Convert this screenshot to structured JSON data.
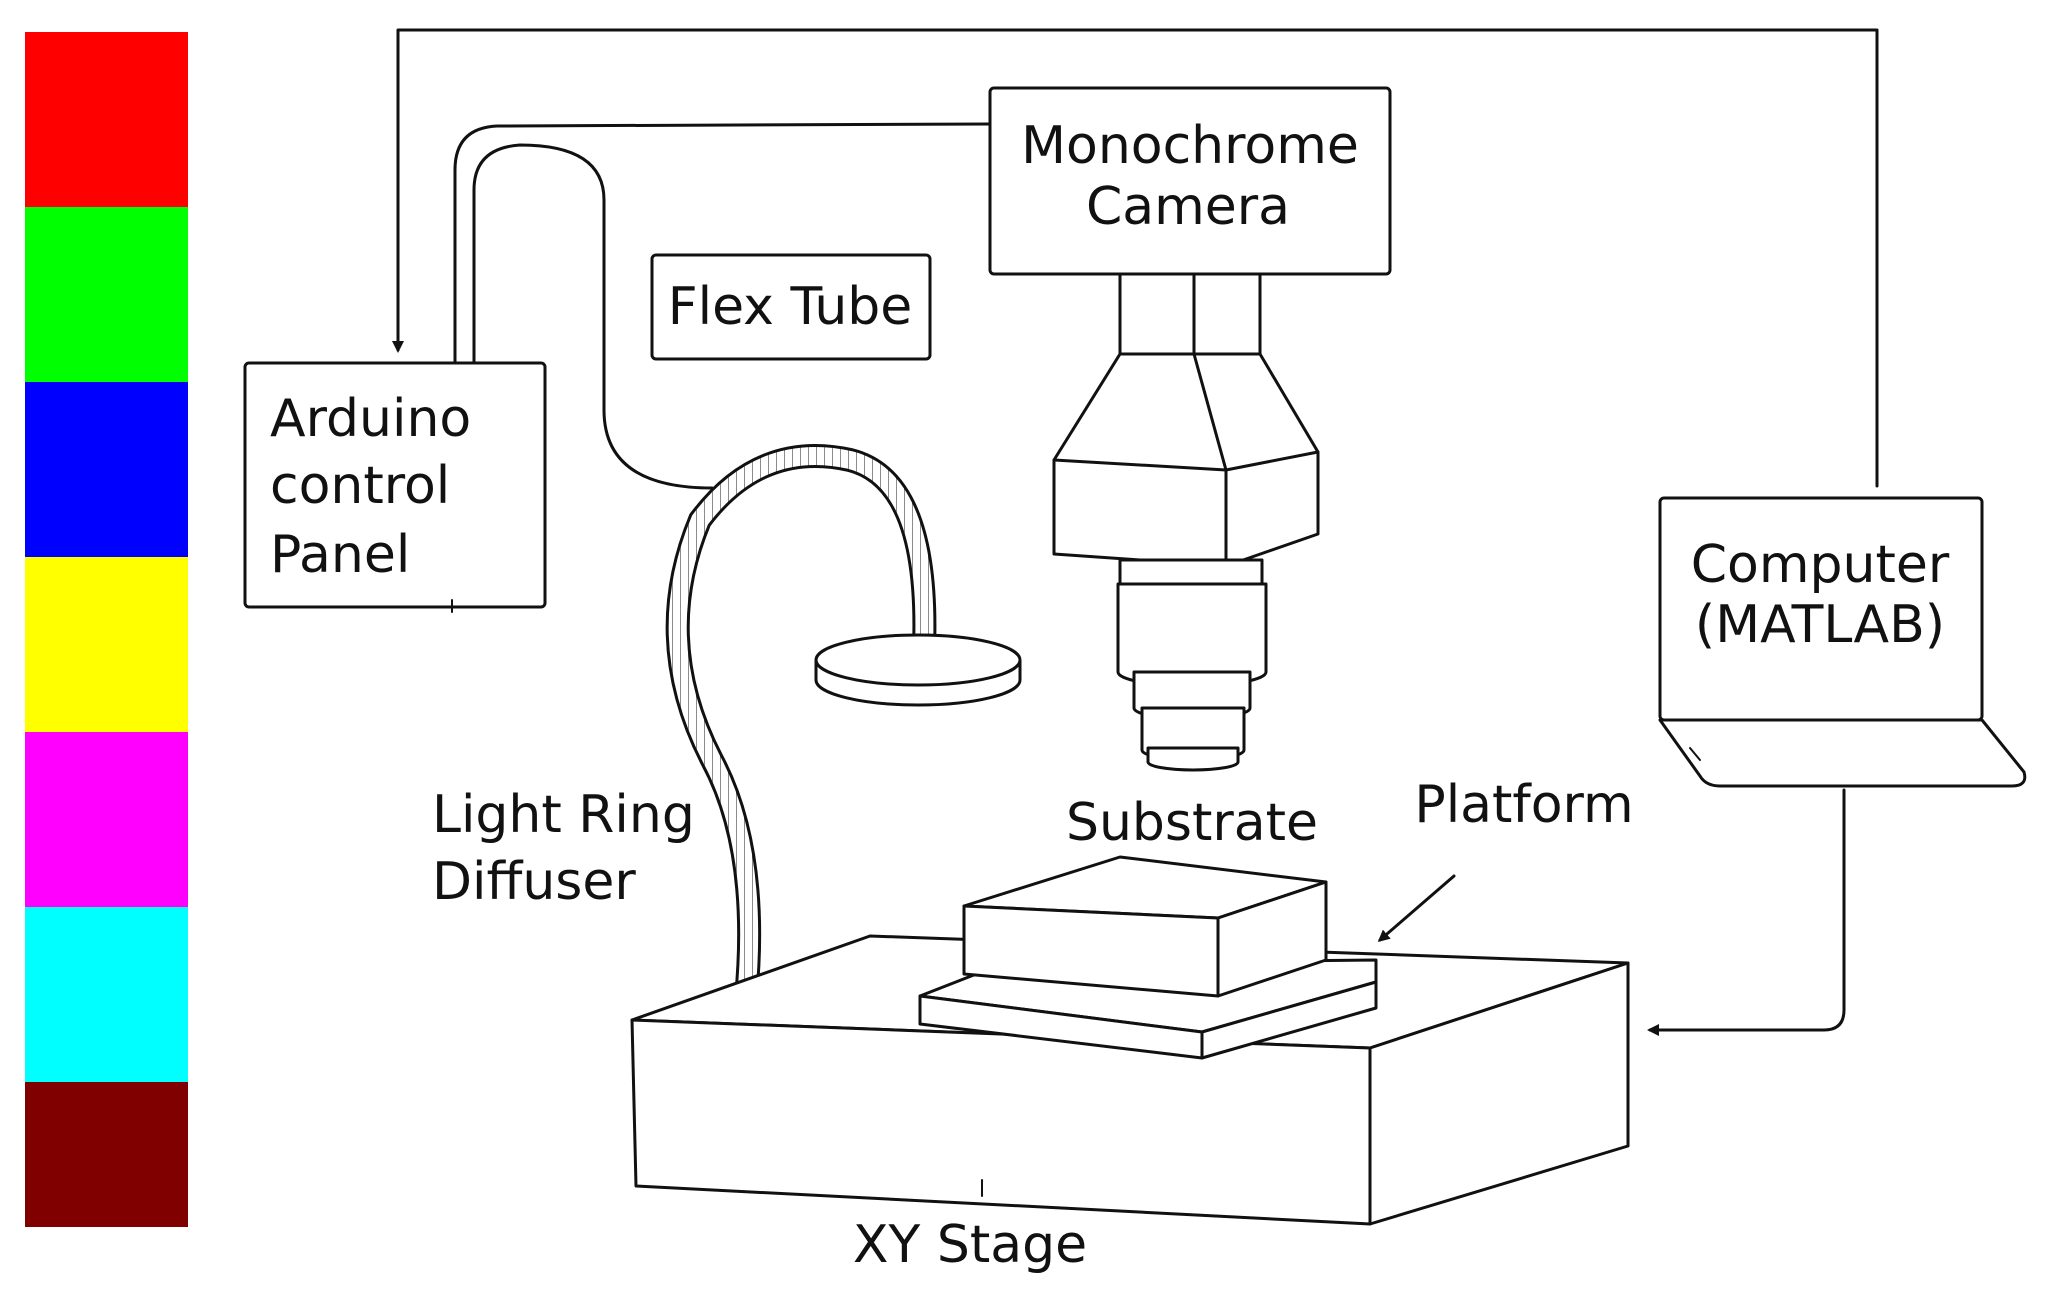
{
  "color_strip": [
    {
      "name": "red",
      "color": "#ff0000"
    },
    {
      "name": "green",
      "color": "#00ff00"
    },
    {
      "name": "blue",
      "color": "#0000ff"
    },
    {
      "name": "yellow",
      "color": "#ffff00"
    },
    {
      "name": "magenta",
      "color": "#ff00ff"
    },
    {
      "name": "cyan",
      "color": "#00ffff"
    },
    {
      "name": "maroon",
      "color": "#800000"
    }
  ],
  "labels": {
    "camera_line1": "Monochrome",
    "camera_line2": "Camera",
    "flex_tube": "Flex Tube",
    "arduino_line1": "Arduino",
    "arduino_line2": "control",
    "arduino_line3": "Panel",
    "computer_line1": "Computer",
    "computer_line2": "(MATLAB)",
    "light_ring_line1": "Light Ring",
    "light_ring_line2": "Diffuser",
    "substrate": "Substrate",
    "platform": "Platform",
    "xy_stage": "XY Stage"
  }
}
